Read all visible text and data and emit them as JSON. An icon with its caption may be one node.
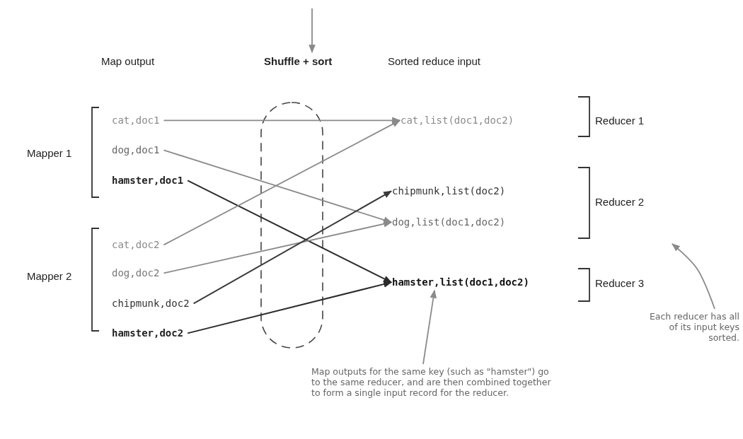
{
  "diagram": {
    "nodes": [
      {
        "text": [
          "Shuffle + sort"
        ]
      },
      {
        "text": [
          "cat,doc1"
        ]
      },
      {
        "text": [
          "dog,doc1"
        ]
      },
      {
        "text": [
          "hamster,doc1"
        ]
      },
      {
        "text": [
          "cat,doc2"
        ]
      },
      {
        "text": [
          "dog,doc2"
        ]
      },
      {
        "text": [
          "chipmunk,doc2"
        ]
      },
      {
        "text": [
          "hamster,doc2"
        ]
      },
      {
        "text": [
          "cat,list(doc1,doc2)"
        ]
      },
      {
        "text": [
          "chipmunk,list(doc2)"
        ]
      },
      {
        "text": [
          "dog,list(doc1,doc2)"
        ]
      },
      {
        "text": [
          "hamster,list(doc1,doc2)"
        ]
      },
      {
        "text": [
          "Map outputs for the same key (such as \"hamster\") go to the same reducer, and are then combined together to form a single input record for the reducer."
        ]
      },
      {
        "text": [
          "Each reducer has all of its input keys sorted."
        ]
      }
    ],
    "edges": [
      {
        "from": 1,
        "to": 8,
        "arrow": "to"
      },
      {
        "from": 2,
        "to": 10,
        "arrow": "to"
      },
      {
        "from": 3,
        "to": 11,
        "arrow": "to",
        "color": "#2b2b2b"
      },
      {
        "from": 4,
        "to": 8,
        "arrow": "to"
      },
      {
        "from": 5,
        "to": 10,
        "arrow": "to"
      },
      {
        "from": 6,
        "to": 9,
        "arrow": "to",
        "color": "#3a3a3a"
      },
      {
        "from": 7,
        "to": 11,
        "arrow": "to",
        "color": "#2b2b2b"
      },
      {
        "from": null,
        "to": 0,
        "arrow": "to"
      },
      {
        "from": 12,
        "to": 11,
        "arrow": "to"
      },
      {
        "from": 13,
        "to": null,
        "arrow": "to"
      }
    ],
    "labels": [
      "Map output",
      "Sorted reduce input",
      "Mapper 1",
      "Reducer 1",
      "Reducer 2",
      "Mapper 2",
      "Reducer 3"
    ]
  }
}
